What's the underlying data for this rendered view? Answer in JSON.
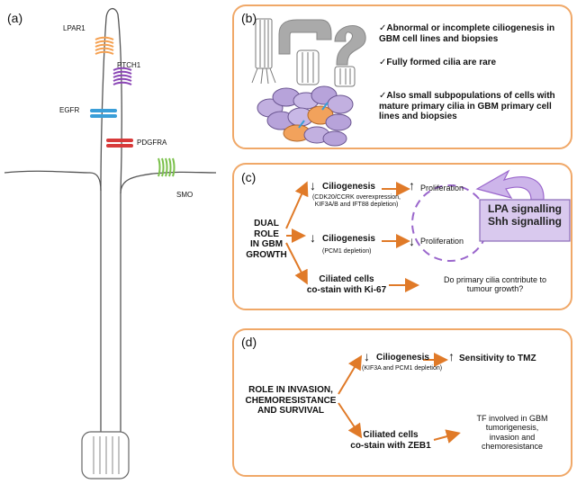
{
  "panel_a": {
    "letter": "(a)",
    "receptors": [
      "LPAR1",
      "PTCH1",
      "EGFR",
      "PDGFRA",
      "SMO"
    ]
  },
  "panel_b": {
    "letter": "(b)",
    "bullets": [
      {
        "check": "✓",
        "lines": [
          "Abnormal or incomplete ciliogenesis in",
          "GBM cell lines and biopsies"
        ]
      },
      {
        "check": "✓",
        "lines": [
          "Fully formed cilia are rare"
        ]
      },
      {
        "check": "✓",
        "lines": [
          "Also small subpopulations of cells with",
          "mature primary cilia in GBM primary cell",
          "lines and biopsies"
        ]
      }
    ]
  },
  "panel_c": {
    "letter": "(c)",
    "left_label": [
      "DUAL",
      "ROLE",
      "IN GBM",
      "GROWTH"
    ],
    "cilio1": "Ciliogenesis",
    "cilio1_note": [
      "(CDK20/CCRK overexpression,",
      "KIF3A/B and IFT88 depletion)"
    ],
    "prolif1": "Proliferation",
    "cilio2": "Ciliogenesis",
    "cilio2_note": "(PCM1 depletion)",
    "prolif2": "Proliferation",
    "ciliated": [
      "Ciliated cells",
      "co-stain with Ki-67"
    ],
    "question": [
      "Do primary cilia contribute to",
      "tumour growth?"
    ],
    "signals": [
      "LPA signalling",
      "Shh signalling"
    ]
  },
  "panel_d": {
    "letter": "(d)",
    "left_label": [
      "ROLE IN INVASION,",
      "CHEMORESISTANCE",
      "AND SURVIVAL"
    ],
    "cilio": "Ciliogenesis",
    "cilio_note": "(KIF3A and PCM1 depletion)",
    "sensitivity": "Sensitivity to TMZ",
    "ciliated": [
      "Ciliated cells",
      "co-stain with ZEB1"
    ],
    "tf": [
      "TF involved in GBM",
      "tumorigenesis,",
      "invasion and",
      "chemoresistance"
    ]
  },
  "arrows": {
    "down": "↓",
    "up": "↑"
  },
  "colors": {
    "panel_border": "#f0a868",
    "orange_arrow": "#e07a28",
    "purple_dashed": "#9a66cc",
    "signal_box": "#d9c9ee",
    "signal_border": "#8a6ab8",
    "lpar1": "#f5a050",
    "ptch1": "#8a45b5",
    "egfr": "#3a9ed8",
    "pdgfra": "#d83a3a",
    "smo": "#7ac04a"
  }
}
